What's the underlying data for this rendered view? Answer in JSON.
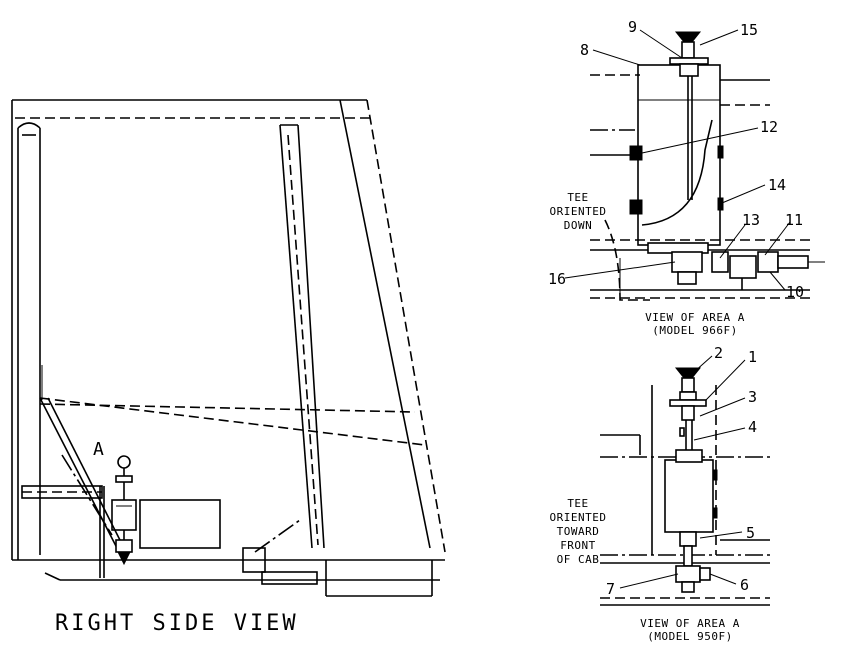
{
  "main_view": {
    "title": "RIGHT SIDE VIEW",
    "area_label": "A"
  },
  "view_966f": {
    "caption_line1": "VIEW OF AREA A",
    "caption_line2": "(MODEL 966F)",
    "note": [
      "TEE",
      "ORIENTED",
      "DOWN"
    ],
    "callouts": [
      "8",
      "9",
      "15",
      "12",
      "14",
      "13",
      "11",
      "16",
      "10"
    ]
  },
  "view_950f": {
    "caption_line1": "VIEW OF AREA A",
    "caption_line2": "(MODEL 950F)",
    "note": [
      "TEE",
      "ORIENTED",
      "TOWARD",
      "FRONT",
      "OF CAB"
    ],
    "callouts": [
      "2",
      "1",
      "3",
      "4",
      "5",
      "7",
      "6"
    ]
  }
}
